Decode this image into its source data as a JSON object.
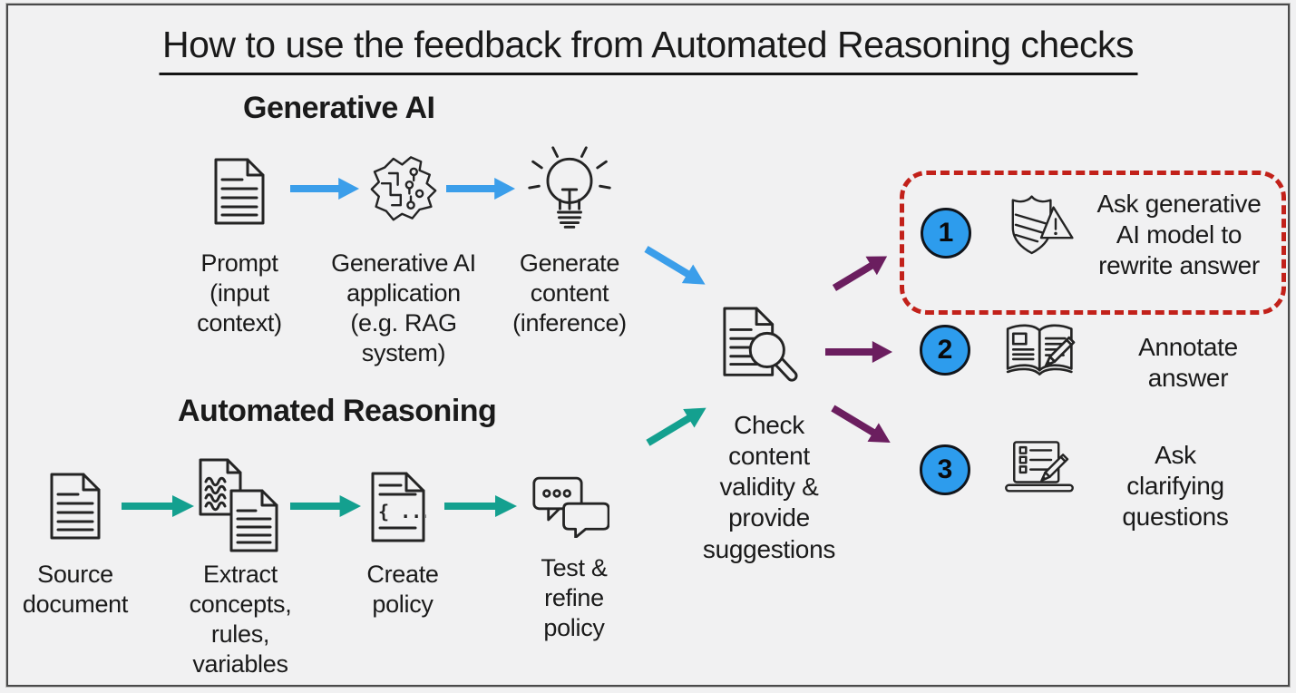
{
  "title": "How to use the feedback from Automated Reasoning checks",
  "generative_ai": {
    "heading": "Generative AI",
    "steps": [
      {
        "icon": "document-icon",
        "label": "Prompt\n(input\ncontext)"
      },
      {
        "icon": "ai-brain-icon",
        "label": "Generative AI\napplication\n(e.g. RAG\nsystem)"
      },
      {
        "icon": "lightbulb-icon",
        "label": "Generate\ncontent\n(inference)"
      }
    ]
  },
  "automated_reasoning": {
    "heading": "Automated Reasoning",
    "steps": [
      {
        "icon": "document-icon",
        "label": "Source\ndocument"
      },
      {
        "icon": "documents-extract-icon",
        "label": "Extract\nconcepts,\nrules,\nvariables"
      },
      {
        "icon": "policy-document-icon",
        "label": "Create\npolicy",
        "glyph": "{ ...}"
      },
      {
        "icon": "chat-bubbles-icon",
        "label": "Test &\nrefine\npolicy"
      }
    ]
  },
  "check_node": {
    "icon": "document-magnifier-icon",
    "label": "Check\ncontent\nvalidity &\nprovide\nsuggestions"
  },
  "outcomes": [
    {
      "number": "1",
      "icon": "shield-alert-icon",
      "label": "Ask generative\nAI model to\nrewrite answer",
      "highlighted": true
    },
    {
      "number": "2",
      "icon": "book-pencil-icon",
      "label": "Annotate\nanswer",
      "highlighted": false
    },
    {
      "number": "3",
      "icon": "laptop-checklist-icon",
      "label": "Ask\nclarifying\nquestions",
      "highlighted": false
    }
  ],
  "colors": {
    "background": "#f1f1f2",
    "frame_border": "#4a4a4a",
    "generative_flow_arrow": "#3b9eea",
    "reasoning_flow_arrow": "#14a08f",
    "outcome_arrow": "#6b1e5f",
    "highlight_box": "#c2211a",
    "number_circle": "#2d9ced",
    "icon_stroke": "#242424",
    "text": "#1a1a1a"
  }
}
